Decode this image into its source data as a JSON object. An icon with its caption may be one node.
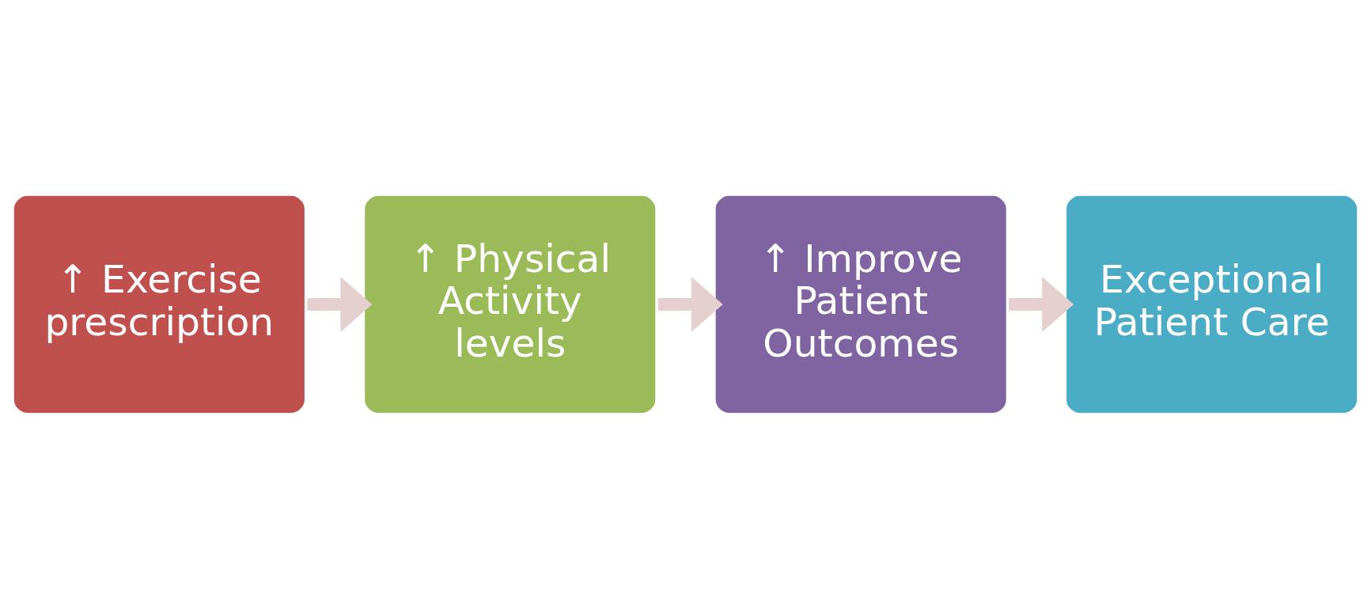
{
  "diagram": {
    "nodes": [
      {
        "text": [
          "↑ Exercise prescription"
        ]
      },
      {
        "text": [
          "↑ Physical Activity levels"
        ]
      },
      {
        "text": [
          "↑ Improve Patient Outcomes"
        ]
      },
      {
        "text": [
          "Exceptional Patient Care"
        ]
      }
    ],
    "edges": [
      {
        "from": 0,
        "to": 1,
        "arrow": "to"
      },
      {
        "from": 1,
        "to": 2,
        "arrow": "to"
      },
      {
        "from": 2,
        "to": 3,
        "arrow": "to"
      }
    ]
  }
}
